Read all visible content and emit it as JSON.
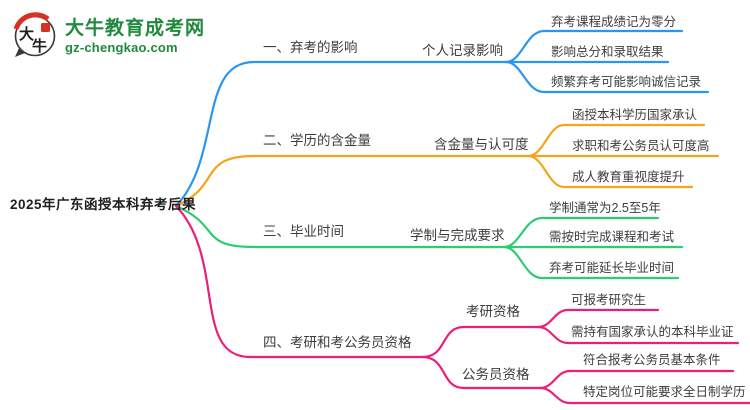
{
  "logo": {
    "brand_symbol_top": "大",
    "brand_symbol_bottom": "牛",
    "site_name": "大牛教育成考网",
    "site_url": "gz-chengkao.com",
    "brand_green": "#1f8a3d",
    "seal_red": "#d93025"
  },
  "root": {
    "label": "2025年广东函授本科弃考后果"
  },
  "branches": [
    {
      "label": "一、弃考的影响",
      "sublabel": "个人记录影响",
      "color": "#2b96f0",
      "leaves": [
        "弃考课程成绩记为零分",
        "影响总分和录取结果",
        "频繁弃考可能影响诚信记录"
      ]
    },
    {
      "label": "二、学历的含金量",
      "sublabel": "含金量与认可度",
      "color": "#f5a51d",
      "leaves": [
        "函授本科学历国家承认",
        "求职和考公务员认可度高",
        "成人教育重视度提升"
      ]
    },
    {
      "label": "三、毕业时间",
      "sublabel": "学制与完成要求",
      "color": "#2ecc71",
      "leaves": [
        "学制通常为2.5至5年",
        "需按时完成课程和考试",
        "弃考可能延长毕业时间"
      ]
    },
    {
      "label": "四、考研和考公务员资格",
      "color": "#ed1e79",
      "subbranches": [
        {
          "label": "考研资格",
          "leaves": [
            "可报考研究生",
            "需持有国家承认的本科毕业证"
          ]
        },
        {
          "label": "公务员资格",
          "leaves": [
            "符合报考公务员基本条件",
            "特定岗位可能要求全日制学历"
          ]
        }
      ]
    }
  ]
}
